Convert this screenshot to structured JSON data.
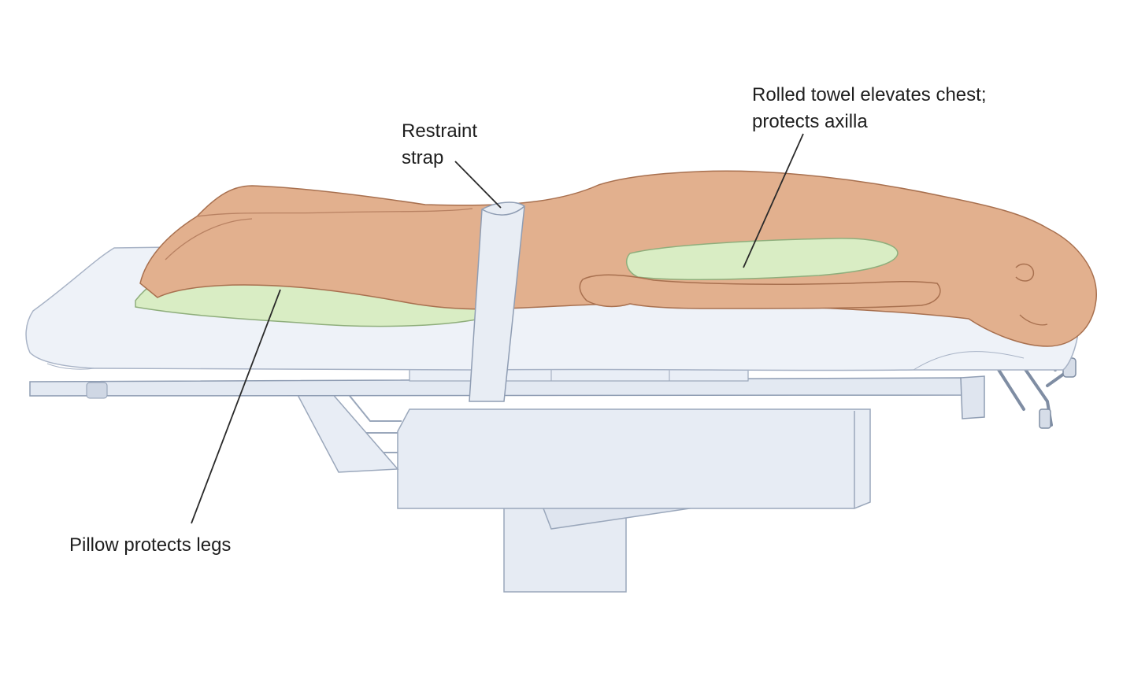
{
  "labels": {
    "restraint": {
      "line1": "Restraint",
      "line2": "strap"
    },
    "towel": {
      "line1": "Rolled towel elevates chest;",
      "line2": "protects axilla"
    },
    "pillow": {
      "line1": "Pillow protects legs"
    }
  },
  "colors": {
    "skin": "#e2b08e",
    "skin_shadow": "#c98f6c",
    "pad": "#d9edc4",
    "table_top": "#eef2f8",
    "table_frame": "#d3dbe8",
    "line": "#2a2a2a"
  }
}
